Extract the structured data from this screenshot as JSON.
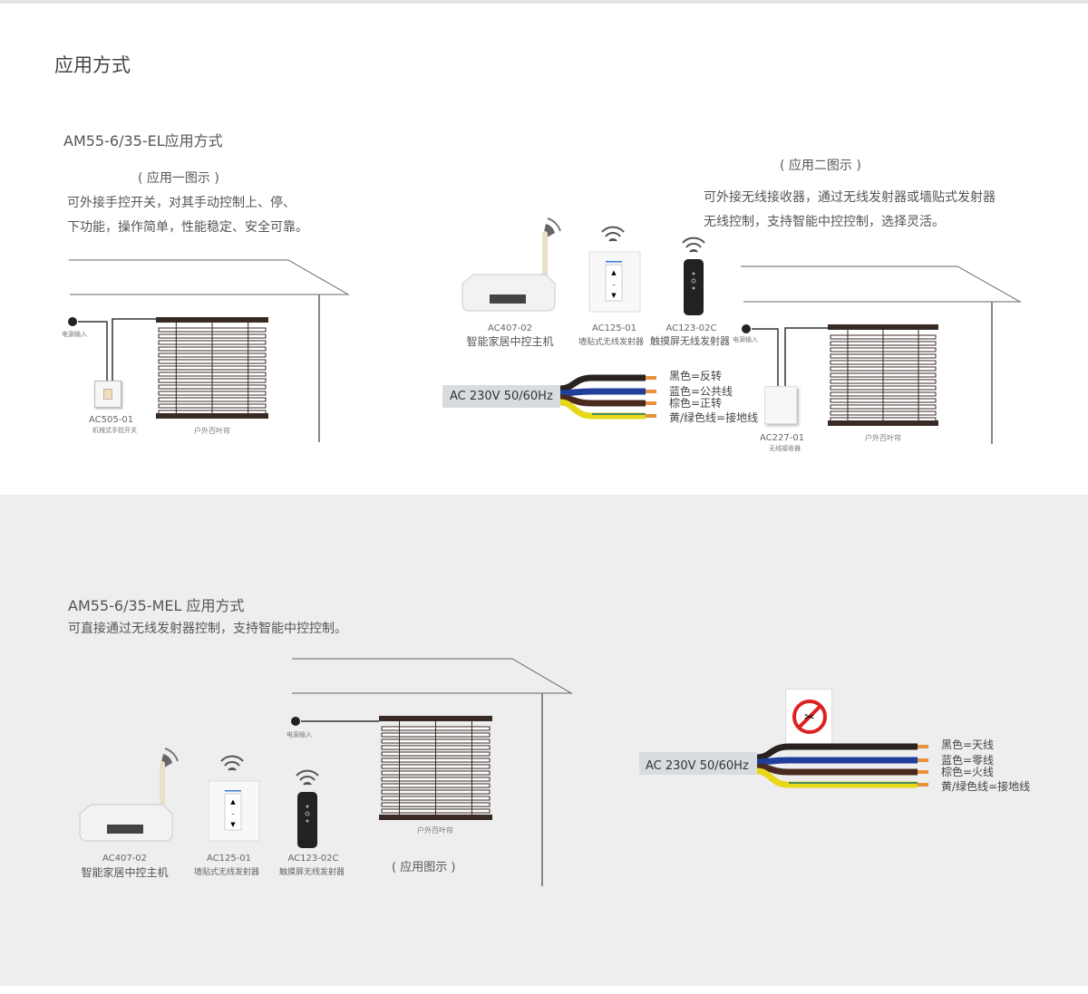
{
  "page_title": "应用方式",
  "el": {
    "title": "AM55-6/35-EL应用方式",
    "diagram1": {
      "caption": "( 应用一图示 )",
      "desc": [
        "可外接手控开关，对其手动控制上、停、",
        "下功能，操作简单，性能稳定、安全可靠。"
      ],
      "power_label": "电源输入",
      "switch_model": "AC505-01",
      "switch_name": "机械式手控开关",
      "blind_label": "户外百叶帘"
    },
    "diagram2": {
      "caption": "( 应用二图示 )",
      "desc": [
        "可外接无线接收器，通过无线发射器或墙贴式发射器",
        "无线控制，支持智能中控控制，选择灵活。"
      ],
      "devices": [
        {
          "model": "AC407-02",
          "name": "智能家居中控主机"
        },
        {
          "model": "AC125-01",
          "name": "墙贴式无线发射器"
        },
        {
          "model": "AC123-02C",
          "name": "触摸屏无线发射器"
        }
      ],
      "power_label": "电源输入",
      "receiver_model": "AC227-01",
      "receiver_name": "无线接收器",
      "blind_label": "户外百叶帘",
      "cable_label": "AC 230V 50/60Hz",
      "wires": [
        "黑色=反转",
        "蓝色=公共线",
        "棕色=正转",
        "黄/绿色线=接地线"
      ]
    }
  },
  "mel": {
    "title": "AM55-6/35-MEL 应用方式",
    "desc": "可直接通过无线发射器控制，支持智能中控控制。",
    "devices": [
      {
        "model": "AC407-02",
        "name": "智能家居中控主机"
      },
      {
        "model": "AC125-01",
        "name": "墙贴式无线发射器"
      },
      {
        "model": "AC123-02C",
        "name": "触摸屏无线发射器"
      }
    ],
    "power_label": "电源输入",
    "blind_label": "户外百叶帘",
    "caption": "( 应用图示 )",
    "cable_label": "AC 230V 50/60Hz",
    "wires": [
      "黑色=天线",
      "蓝色=零线",
      "棕色=火线",
      "黄/绿色线=接地线"
    ]
  },
  "colors": {
    "wire_black": "#2a2220",
    "wire_blue": "#1f3f9a",
    "wire_brown": "#4a2a1e",
    "wire_yellow": "#e8d81a",
    "wire_green": "#4a8a6a",
    "blind": "#3a2a26",
    "cable": "#d9dcdf"
  }
}
